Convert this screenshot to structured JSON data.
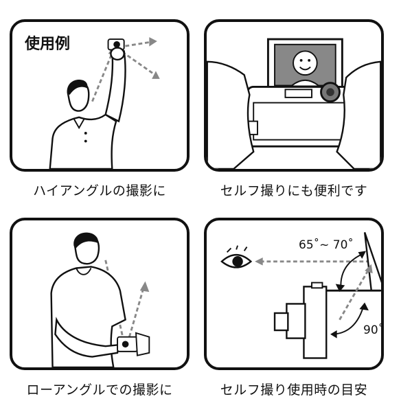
{
  "panels": {
    "high_angle": {
      "heading": "使用例",
      "caption": "ハイアングルの撮影に"
    },
    "self_portrait": {
      "caption": "セルフ撮りにも便利です"
    },
    "low_angle": {
      "caption": "ローアングルでの撮影に"
    },
    "guide": {
      "caption": "セルフ撮り使用時の目安",
      "angle_top": "65˚~ 70˚",
      "angle_right": "90˚"
    }
  },
  "icons": [
    "person-raising-camera-icon",
    "camera-selfie-screen-icon",
    "person-low-angle-icon",
    "eye-icon",
    "camera-side-view-icon"
  ],
  "colors": {
    "line": "#111111",
    "arrow": "#888888",
    "background": "#ffffff"
  }
}
